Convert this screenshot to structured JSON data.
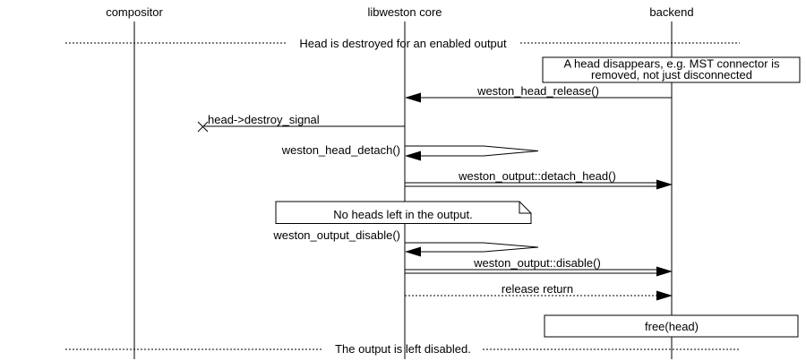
{
  "participants": [
    {
      "label": "compositor"
    },
    {
      "label": "libweston core"
    },
    {
      "label": "backend"
    }
  ],
  "dividers": [
    {
      "label": "Head is destroyed for an enabled output"
    },
    {
      "label": "The output is left disabled."
    }
  ],
  "notes": [
    {
      "type": "box",
      "anchor": "backend",
      "line1": "A head disappears, e.g. MST connector is",
      "line2": "removed, not just disconnected"
    },
    {
      "type": "note",
      "anchor": "libweston core",
      "label": "No heads left in the output."
    },
    {
      "type": "box",
      "anchor": "backend",
      "label": "free(head)"
    }
  ],
  "messages": [
    {
      "label": "weston_head_release()",
      "from": "backend",
      "to": "libweston core",
      "line": "solid",
      "arrow": "filled-left"
    },
    {
      "label": "head->destroy_signal",
      "from": "libweston core",
      "to": "lost",
      "line": "solid",
      "arrow": "lost-x"
    },
    {
      "label": "weston_head_detach()",
      "from": "libweston core",
      "to": "libweston core",
      "line": "self-loop",
      "arrow": "filled-left"
    },
    {
      "label": "weston_output::detach_head()",
      "from": "libweston core",
      "to": "backend",
      "line": "double",
      "arrow": "filled-right"
    },
    {
      "label": "weston_output_disable()",
      "from": "libweston core",
      "to": "libweston core",
      "line": "self-loop",
      "arrow": "filled-left"
    },
    {
      "label": "weston_output::disable()",
      "from": "libweston core",
      "to": "backend",
      "line": "double",
      "arrow": "filled-right"
    },
    {
      "label": "release return",
      "from": "libweston core",
      "to": "backend",
      "line": "dotted",
      "arrow": "filled-right"
    }
  ],
  "colors": {
    "foreground": "#000000",
    "background": "#ffffff"
  }
}
